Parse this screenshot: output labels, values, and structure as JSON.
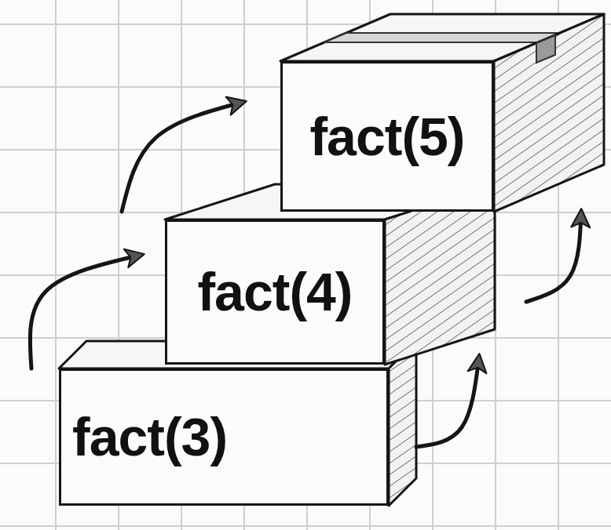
{
  "diagram": {
    "nodes": [
      {
        "text": [
          "fact(5)"
        ]
      },
      {
        "text": [
          "fact(4)"
        ]
      },
      {
        "text": [
          "fact(3)"
        ]
      }
    ],
    "edges": [
      {
        "from": 2,
        "to": 1,
        "arrow": "to"
      },
      {
        "from": 1,
        "to": 0,
        "arrow": "to"
      },
      {
        "from": 2,
        "to": 1,
        "arrow": "to"
      },
      {
        "from": 1,
        "to": 0,
        "arrow": "to"
      }
    ]
  }
}
